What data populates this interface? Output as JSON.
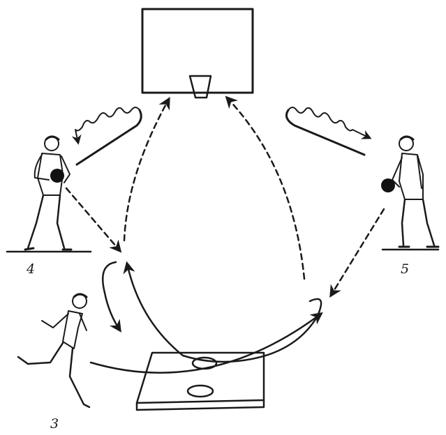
{
  "labels": {
    "player_left": "4",
    "player_right": "5",
    "player_runner": "3"
  },
  "colors": {
    "ink": "#1a1a1a",
    "background": "#ffffff",
    "ball": "#111111"
  },
  "icons": {
    "backboard": "backboard-icon",
    "hoop": "hoop-icon",
    "player": "player-icon",
    "ball": "ball-icon",
    "gymnastic_box": "springboard-icon"
  }
}
